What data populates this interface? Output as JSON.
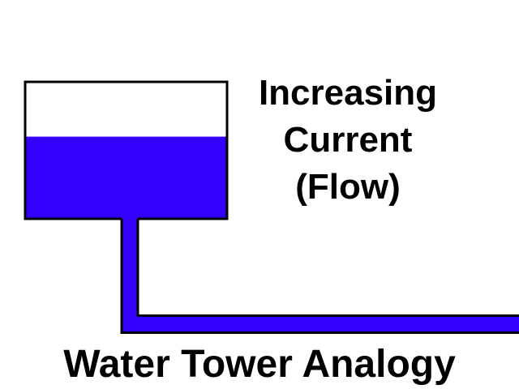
{
  "diagram": {
    "title": "Water Tower Analogy",
    "side_label_lines": [
      "Increasing",
      "Current",
      "(Flow)"
    ],
    "water_level_fraction": 0.6,
    "colors": {
      "water": "#3300ff",
      "outline": "#000000",
      "background": "#ffffff"
    }
  }
}
